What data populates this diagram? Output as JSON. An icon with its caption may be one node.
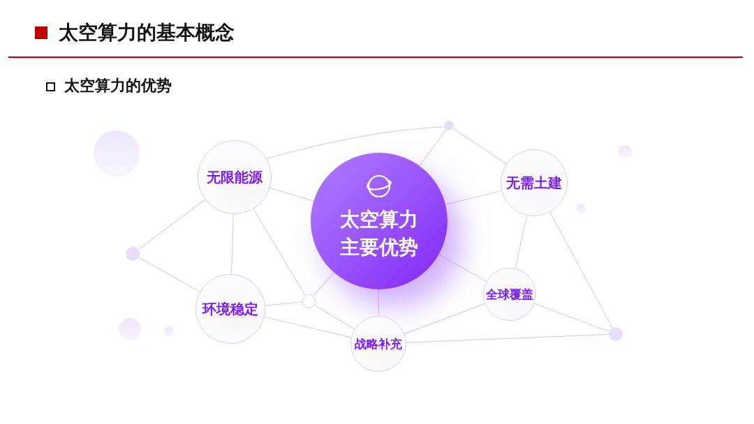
{
  "diagram": {
    "title": "太空算力的基本概念",
    "nodes": [
      {
        "text": [
          "太空算力主要优势"
        ]
      },
      {
        "text": [
          "无限能源"
        ]
      },
      {
        "text": [
          "无需土建"
        ]
      },
      {
        "text": [
          "环境稳定"
        ]
      },
      {
        "text": [
          "全球覆盖"
        ]
      },
      {
        "text": [
          "战略补充"
        ]
      },
      {
        "text": [],
        "shape": "circle"
      },
      {
        "text": [],
        "shape": "circle"
      },
      {
        "text": [],
        "shape": "circle"
      },
      {
        "text": [],
        "shape": "circle"
      }
    ],
    "edges": [
      {
        "from": 1,
        "to": 6,
        "arrow": "none"
      },
      {
        "from": 1,
        "to": 0,
        "arrow": "none"
      },
      {
        "from": 1,
        "to": 7,
        "arrow": "none"
      },
      {
        "from": 1,
        "to": 3,
        "arrow": "none"
      },
      {
        "from": 1,
        "to": 8,
        "arrow": "none"
      },
      {
        "from": 7,
        "to": 3,
        "arrow": "none"
      },
      {
        "from": 3,
        "to": 8,
        "arrow": "none"
      },
      {
        "from": 3,
        "to": 5,
        "arrow": "none"
      },
      {
        "from": 8,
        "to": 0,
        "arrow": "none"
      },
      {
        "from": 8,
        "to": 5,
        "arrow": "none"
      },
      {
        "from": 0,
        "to": 5,
        "arrow": "none"
      },
      {
        "from": 6,
        "to": 0,
        "arrow": "none"
      },
      {
        "from": 6,
        "to": 2,
        "arrow": "none"
      },
      {
        "from": 0,
        "to": 2,
        "arrow": "none"
      },
      {
        "from": 0,
        "to": 4,
        "arrow": "none"
      },
      {
        "from": 2,
        "to": 4,
        "arrow": "none"
      },
      {
        "from": 2,
        "to": 9,
        "arrow": "none"
      },
      {
        "from": 4,
        "to": 5,
        "arrow": "none"
      },
      {
        "from": 4,
        "to": 9,
        "arrow": "none"
      },
      {
        "from": 5,
        "to": 9,
        "arrow": "none"
      }
    ],
    "labels": [
      "太空算力的优势"
    ]
  }
}
